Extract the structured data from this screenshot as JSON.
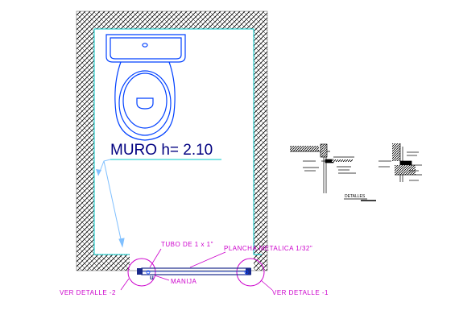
{
  "drawing": {
    "wall_label": "MURO h= 2.10",
    "labels": {
      "tubo": "TUBO DE 1 x 1\"",
      "plancha": "PLANCHA METALICA 1/32\"",
      "manija": "MANIJA",
      "ver_detalle_2": "VER DETALLE -2",
      "ver_detalle_1": "VER DETALLE -1",
      "detalle_title": "DETALLES",
      "hinge_marker": "u"
    },
    "colors": {
      "wall_hatch": "#000000",
      "inner_line": "#00c8c8",
      "fixture": "#0040ff",
      "leader": "#80c0ff",
      "annotation": "#cc00cc",
      "door_bar": "#1a2a8a",
      "detail_ink": "#000000"
    },
    "icons": [
      "toilet-icon",
      "hatch-pattern",
      "detail-circle"
    ]
  }
}
